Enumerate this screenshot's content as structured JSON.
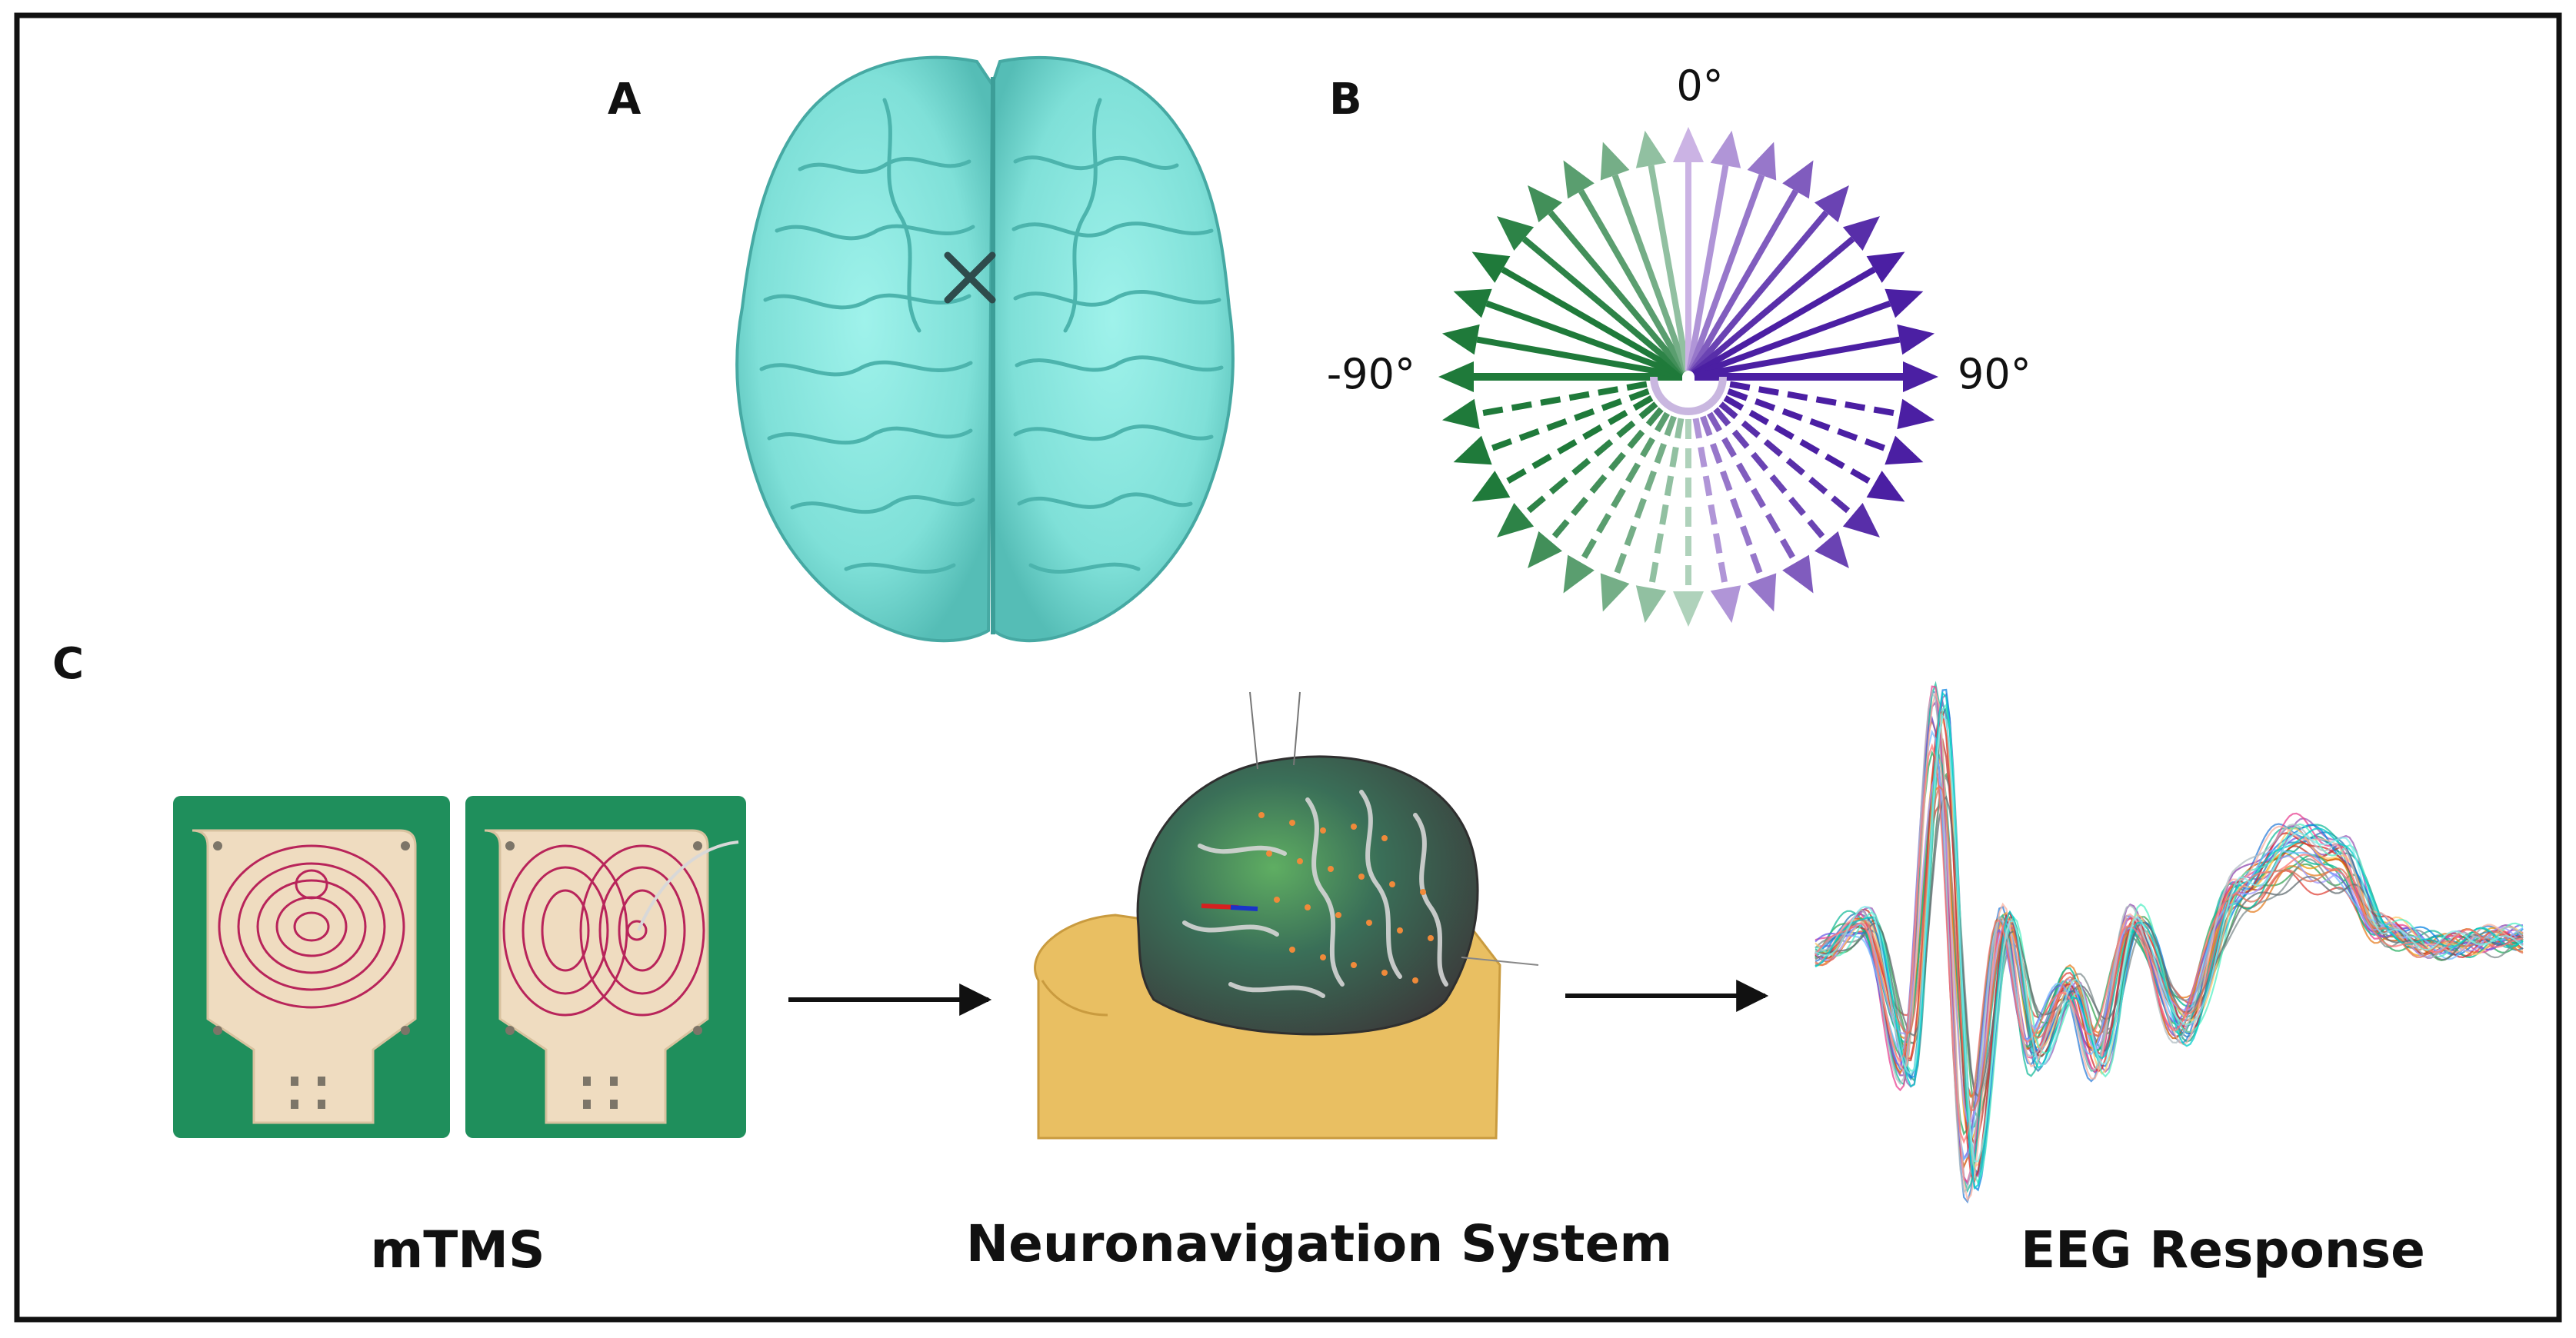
{
  "panels": {
    "a": {
      "letter": "A"
    },
    "b": {
      "letter": "B",
      "angle_labels": {
        "top": "0°",
        "left": "-90°",
        "right": "90°"
      }
    },
    "c": {
      "letter": "C"
    }
  },
  "pipeline": {
    "steps": [
      {
        "caption": "mTMS"
      },
      {
        "caption": "Neuronavigation System"
      },
      {
        "caption": "EEG Response"
      }
    ]
  },
  "colors": {
    "frame": "#111111",
    "brain_top": "#86e8e0",
    "brain_shadow": "#4fbdb7",
    "green_arrows": "#1f7a3a",
    "purple_arrows": "#4b1fa3",
    "coil_board": "#efdcc0",
    "coil_background": "#1f8f5c",
    "coil_winding": "#b8245a",
    "head_skin": "#e9bf62",
    "cortex": "#8e8e8e"
  },
  "icons": {
    "target_marker": "cross-mark-icon",
    "pipeline_arrow": "arrow-right-icon"
  }
}
